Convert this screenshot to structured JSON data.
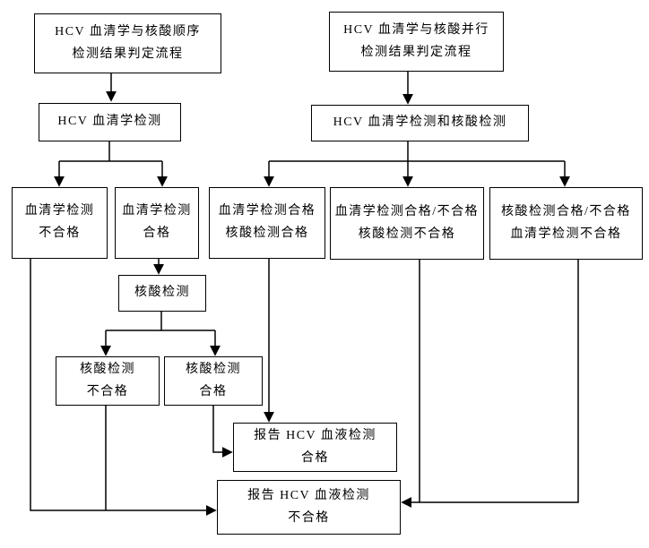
{
  "colors": {
    "background": "#ffffff",
    "box_border": "#000000",
    "text": "#000000",
    "connector": "#000000"
  },
  "nodes": {
    "left_title": {
      "line1": "HCV 血清学与核酸顺序",
      "line2": "检测结果判定流程"
    },
    "left_step": {
      "line1": "HCV 血清学检测"
    },
    "sero_fail": {
      "line1": "血清学检测",
      "line2": "不合格"
    },
    "sero_pass": {
      "line1": "血清学检测",
      "line2": "合格"
    },
    "na_test": {
      "line1": "核酸检测"
    },
    "na_fail": {
      "line1": "核酸检测",
      "line2": "不合格"
    },
    "na_pass": {
      "line1": "核酸检测",
      "line2": "合格"
    },
    "right_title": {
      "line1": "HCV 血清学与核酸并行",
      "line2": "检测结果判定流程"
    },
    "right_step": {
      "line1": "HCV 血清学检测和核酸检测"
    },
    "both_pass": {
      "line1": "血清学检测合格",
      "line2": "核酸检测合格"
    },
    "na_fail_any": {
      "line1": "血清学检测合格/不合格",
      "line2": "核酸检测不合格"
    },
    "sero_fail_any": {
      "line1": "核酸检测合格/不合格",
      "line2": "血清学检测不合格"
    },
    "report_pass": {
      "line1": "报告 HCV 血液检测",
      "line2": "合格"
    },
    "report_fail": {
      "line1": "报告 HCV 血液检测",
      "line2": "不合格"
    }
  },
  "edges": [
    {
      "from": "left_title",
      "to": "left_step"
    },
    {
      "from": "left_step",
      "to": "sero_fail"
    },
    {
      "from": "left_step",
      "to": "sero_pass"
    },
    {
      "from": "sero_pass",
      "to": "na_test"
    },
    {
      "from": "na_test",
      "to": "na_fail"
    },
    {
      "from": "na_test",
      "to": "na_pass"
    },
    {
      "from": "sero_fail",
      "to": "report_fail"
    },
    {
      "from": "na_fail",
      "to": "report_fail"
    },
    {
      "from": "na_pass",
      "to": "report_pass"
    },
    {
      "from": "right_title",
      "to": "right_step"
    },
    {
      "from": "right_step",
      "to": "both_pass"
    },
    {
      "from": "right_step",
      "to": "na_fail_any"
    },
    {
      "from": "right_step",
      "to": "sero_fail_any"
    },
    {
      "from": "both_pass",
      "to": "report_pass"
    },
    {
      "from": "na_fail_any",
      "to": "report_fail"
    },
    {
      "from": "sero_fail_any",
      "to": "report_fail"
    }
  ]
}
